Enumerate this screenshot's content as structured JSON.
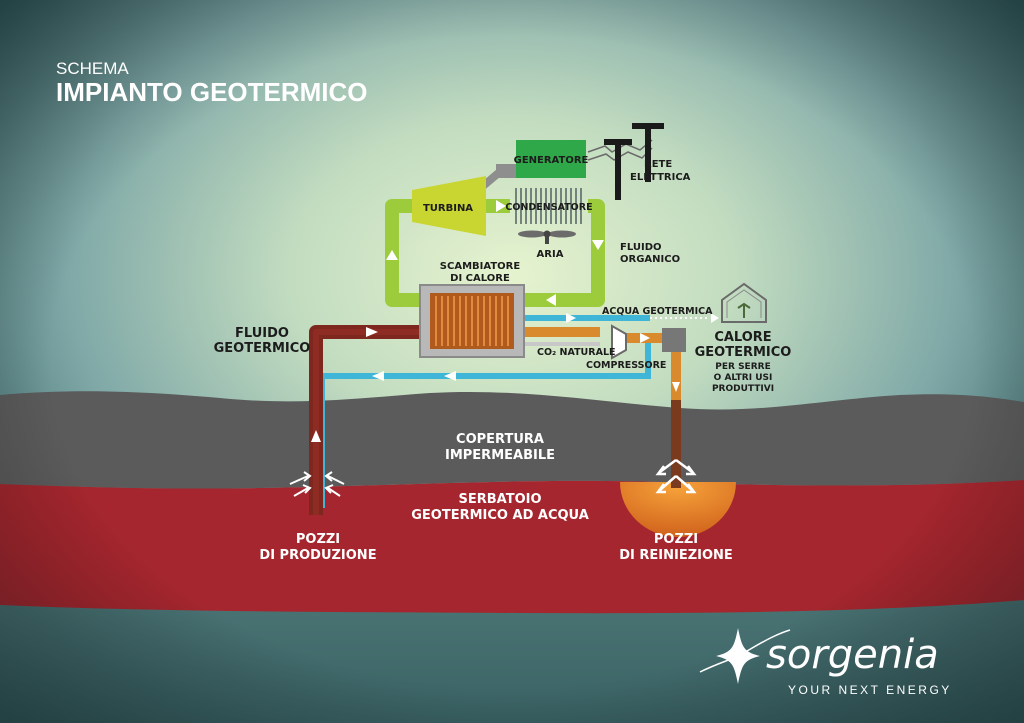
{
  "header": {
    "kicker": "SCHEMA",
    "title": "IMPIANTO GEOTERMICO"
  },
  "labels": {
    "generatore": "GENERATORE",
    "rete": [
      "RETE",
      "ELETTRICA"
    ],
    "turbina": "TURBINA",
    "condensatore": "CONDENSATORE",
    "aria": "ARIA",
    "fluido_organico": [
      "FLUIDO",
      "ORGANICO"
    ],
    "scambiatore": [
      "SCAMBIATORE",
      "DI CALORE"
    ],
    "acqua_geotermica": "ACQUA GEOTERMICA",
    "co2_naturale": "CO₂ NATURALE",
    "compressore": "COMPRESSORE",
    "fluido_geotermico": [
      "FLUIDO",
      "GEOTERMICO"
    ],
    "calore_geotermico": [
      "CALORE",
      "GEOTERMICO"
    ],
    "calore_sub": [
      "PER SERRE",
      "O ALTRI USI",
      "PRODUTTIVI"
    ],
    "copertura": [
      "COPERTURA",
      "IMPERMEABILE"
    ],
    "serbatoio": [
      "SERBATOIO",
      "GEOTERMICO AD ACQUA"
    ],
    "pozzi_produzione": [
      "POZZI",
      "DI PRODUZIONE"
    ],
    "pozzi_reiniezione": [
      "POZZI",
      "DI REINIEZIONE"
    ]
  },
  "brand": {
    "name": "sorgenia",
    "tagline": "YOUR NEXT ENERGY"
  },
  "colors": {
    "reservoir": "#a5262e",
    "cap_rock": "#5b5b5b",
    "organic_loop": "#9ccc3c",
    "geothermal_pipe": "#8a2a22",
    "reinjection_pipe": "#d98a2c",
    "cold_pipe": "#3fb6d8",
    "generator": "#2fa84a",
    "turbine": "#c9d531"
  }
}
